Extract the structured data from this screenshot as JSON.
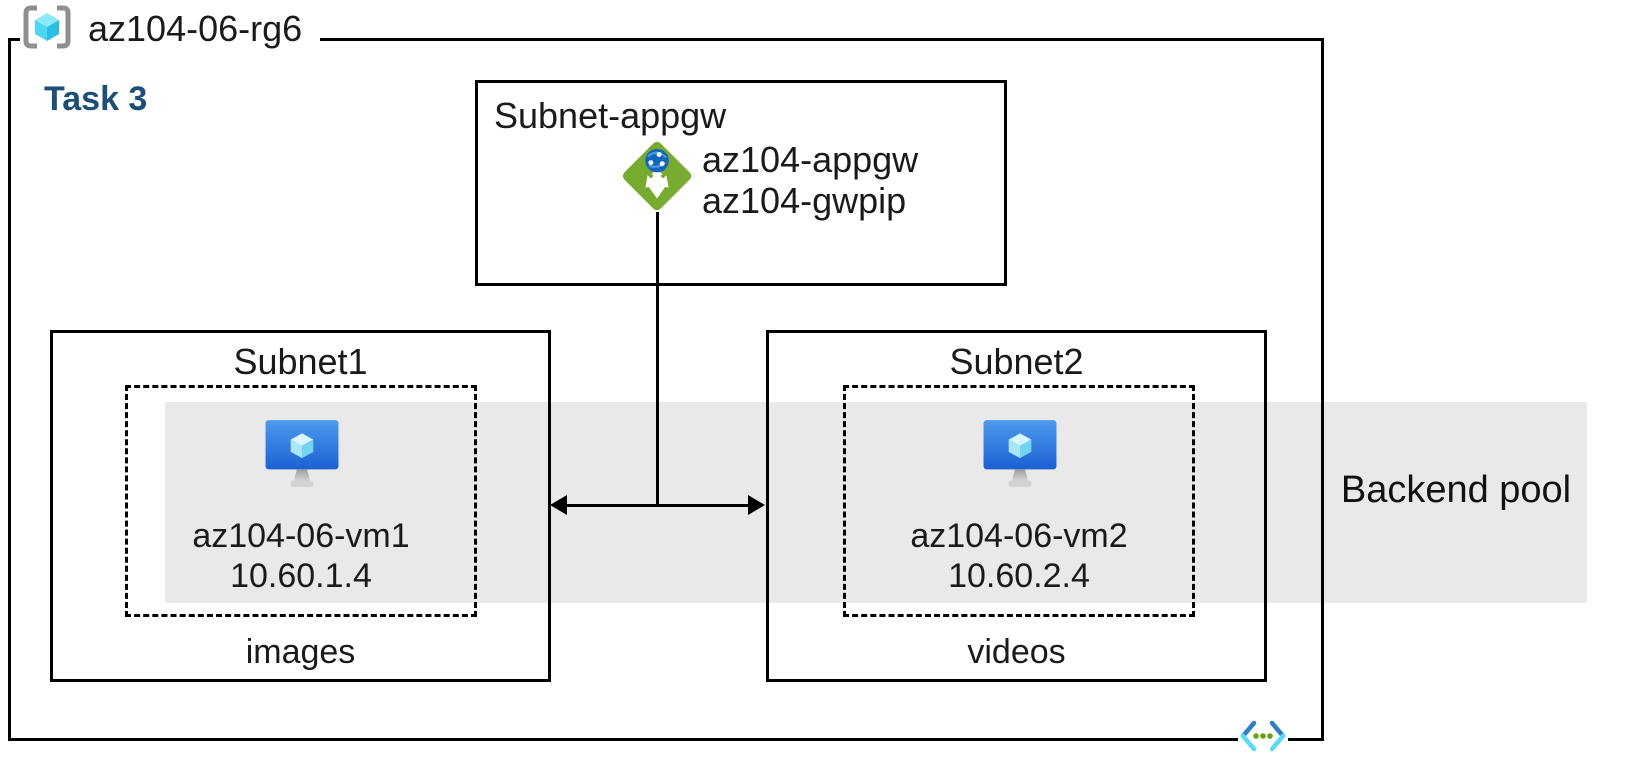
{
  "rg": {
    "name": "az104-06-rg6",
    "task_label": "Task 3"
  },
  "appgw_subnet": {
    "label": "Subnet-appgw",
    "gateway_name": "az104-appgw",
    "gateway_pip": "az104-gwpip"
  },
  "subnets": [
    {
      "label": "Subnet1",
      "vm_name": "az104-06-vm1",
      "vm_ip": "10.60.1.4",
      "content_label": "images"
    },
    {
      "label": "Subnet2",
      "vm_name": "az104-06-vm2",
      "vm_ip": "10.60.2.4",
      "content_label": "videos"
    }
  ],
  "backend_pool": {
    "label": "Backend pool"
  },
  "icons": {
    "resource_group": "resource-group-icon",
    "application_gateway": "application-gateway-icon",
    "virtual_machine": "virtual-machine-icon",
    "virtual_network": "virtual-network-icon"
  },
  "colors": {
    "task_label": "#1b4e79",
    "backend_band": "#e9e9e9",
    "border": "#000000",
    "gateway_green": "#77ab30",
    "gateway_globe_blue": "#1565c0",
    "vm_screen_top": "#4e9bf0",
    "vm_screen_bottom": "#1c60d2",
    "cube_cyan": "#50e6ff",
    "vnet_blue": "#2e7fc8",
    "vnet_cyan": "#59ddf6",
    "vnet_dot_green": "#65a30d",
    "bracket_gray": "#8f8f8f"
  }
}
